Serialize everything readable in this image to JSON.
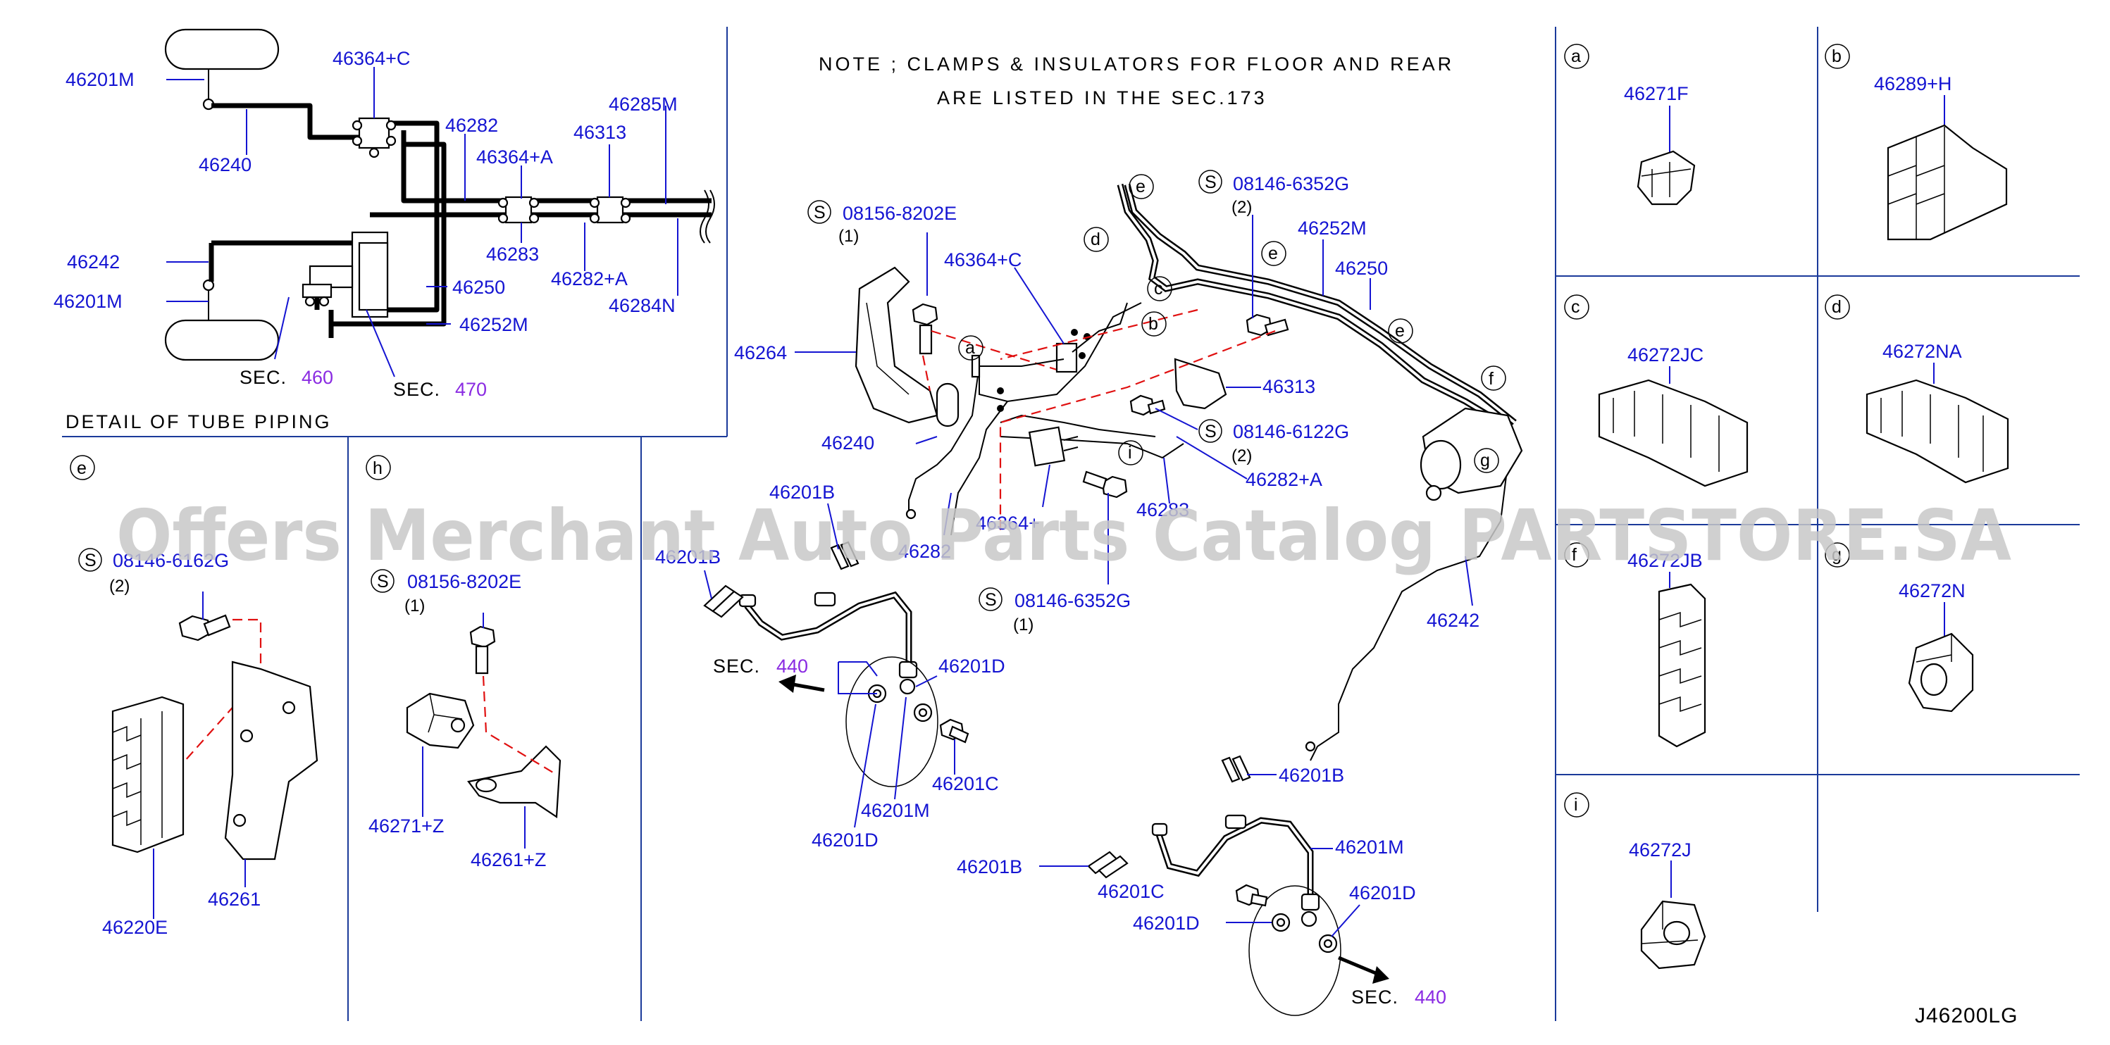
{
  "note": {
    "line1": "NOTE ; CLAMPS & INSULATORS FOR FLOOR AND REAR",
    "line2": "ARE LISTED IN THE SEC.173"
  },
  "detail": {
    "title": "DETAIL OF TUBE PIPING",
    "parts": {
      "p46201M_top": "46201M",
      "p46364C": "46364+C",
      "p46240": "46240",
      "p46282": "46282",
      "p46364A": "46364+A",
      "p46313": "46313",
      "p46285M": "46285M",
      "p46242": "46242",
      "p46201M_bot": "46201M",
      "p46283": "46283",
      "p46282A": "46282+A",
      "p46284N": "46284N",
      "p46250": "46250",
      "p46252M": "46252M"
    },
    "sec460_label": "SEC.",
    "sec460_num": "460",
    "sec470_label": "SEC.",
    "sec470_num": "470"
  },
  "panel_e": {
    "letter": "e",
    "bolt": "08146-6162G",
    "bolt_qty": "(2)",
    "p46261": "46261",
    "p46220E": "46220E"
  },
  "panel_h": {
    "letter": "h",
    "bolt": "08156-8202E",
    "bolt_qty": "(1)",
    "p46271Z": "46271+Z",
    "p46261Z": "46261+Z"
  },
  "main": {
    "bolt_top": "08156-8202E",
    "bolt_top_qty": "(1)",
    "p46364C": "46364+C",
    "p46264": "46264",
    "p46240": "46240",
    "p46282": "46282",
    "p46364": "46364+",
    "bolt_right_top": "08146-6352G",
    "bolt_right_top_qty": "(2)",
    "p46252M": "46252M",
    "p46250": "46250",
    "p46313": "46313",
    "bolt_mid": "08146-6122G",
    "bolt_mid_qty": "(2)",
    "p46282A": "46282+A",
    "p46283": "46283",
    "bolt_bot": "08146-6352G",
    "bolt_bot_qty": "(1)",
    "p46242": "46242",
    "p46201B_a": "46201B",
    "p46201B_b": "46201B",
    "p46201D_a": "46201D",
    "p46201C_a": "46201C",
    "p46201M_a": "46201M",
    "p46201D_b": "46201D",
    "p46201B_c": "46201B",
    "p46201M_b": "46201M",
    "p46201B_d": "46201B",
    "p46201C_b": "46201C",
    "p46201D_c": "46201D",
    "p46201D_d": "46201D",
    "sec440a_label": "SEC.",
    "sec440a_num": "440",
    "sec440b_label": "SEC.",
    "sec440b_num": "440",
    "callouts": [
      "a",
      "b",
      "c",
      "d",
      "e",
      "e",
      "e",
      "f",
      "g",
      "i"
    ]
  },
  "clip_panels": [
    {
      "letter": "a",
      "part": "46271F"
    },
    {
      "letter": "b",
      "part": "46289+H"
    },
    {
      "letter": "c",
      "part": "46272JC"
    },
    {
      "letter": "d",
      "part": "46272NA"
    },
    {
      "letter": "f",
      "part": "46272JB"
    },
    {
      "letter": "g",
      "part": "46272N"
    },
    {
      "letter": "i",
      "part": "46272J"
    }
  ],
  "bolt_symbol": "S",
  "diagram_code": "J46200LG",
  "watermark": "Offers Merchant Auto Parts Catalog PARTSTORE.SA",
  "colors": {
    "part_number": "#1414d2",
    "section_number": "#8a2be2",
    "dashed_leader": "#e01010",
    "divider": "#1b3a9a"
  }
}
